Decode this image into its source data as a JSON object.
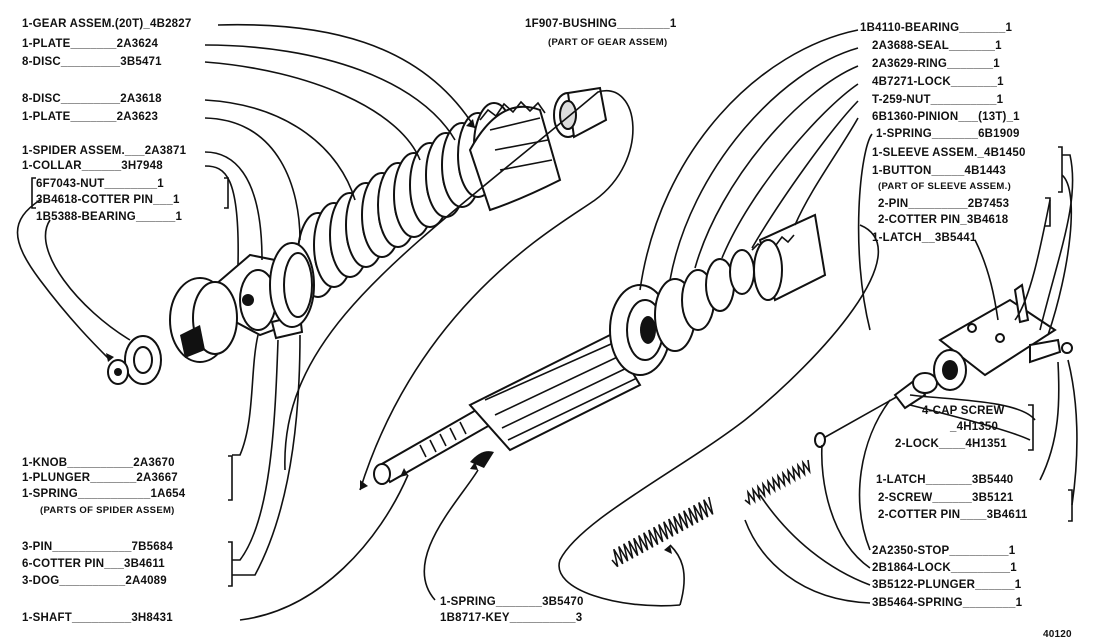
{
  "labels": {
    "gear_assem": "1-GEAR ASSEM.(20T)_4B2827",
    "plate_1": "1-PLATE_______2A3624",
    "disc_1": "8-DISC_________3B5471",
    "disc_2": "8-DISC_________2A3618",
    "plate_2": "1-PLATE_______2A3623",
    "spider_assem": "1-SPIDER ASSEM.___2A3871",
    "collar": "1-COLLAR______3H7948",
    "nut_6f": "6F7043-NUT________1",
    "cotter_3b4618": "3B4618-COTTER PIN___1",
    "bearing_1b5388": "1B5388-BEARING______1",
    "knob": "1-KNOB__________2A3670",
    "plunger": "1-PLUNGER_______2A3667",
    "spring_1a": "1-SPRING___________1A654",
    "parts_spider": "(PARTS OF SPIDER ASSEM)",
    "pin_7b": "3-PIN____________7B5684",
    "cotter_6": "6-COTTER PIN___3B4611",
    "dog": "3-DOG__________2A4089",
    "shaft": "1-SHAFT_________3H8431",
    "bushing": "1F907-BUSHING________1",
    "part_gear": "(PART OF GEAR ASSEM)",
    "spring_3b5470": "1-SPRING_______3B5470",
    "key": "1B8717-KEY__________3",
    "bearing_1b4110": "1B4110-BEARING_______1",
    "seal": "2A3688-SEAL_______1",
    "ring": "2A3629-RING_______1",
    "lock_4b": "4B7271-LOCK_______1",
    "nut_t259": "T-259-NUT__________1",
    "pinion": "6B1360-PINION___(13T)_1",
    "spring_6b": "1-SPRING_______6B1909",
    "sleeve": "1-SLEEVE ASSEM._4B1450",
    "button": "1-BUTTON_____4B1443",
    "part_sleeve": "(PART OF SLEEVE ASSEM.)",
    "pin_2b": "2-PIN_________2B7453",
    "cotter_2": "2-COTTER PIN_3B4618",
    "latch_1": "1-LATCH__3B5441",
    "cap_screw": "4-CAP SCREW",
    "cap_screw_no": "_4H1350",
    "lock_2": "2-LOCK____4H1351",
    "latch_2": "1-LATCH_______3B5440",
    "screw_2": "2-SCREW______3B5121",
    "cotter_2b": "2-COTTER PIN____3B4611",
    "stop": "2A2350-STOP_________1",
    "lock_2b": "2B1864-LOCK_________1",
    "plunger_3b": "3B5122-PLUNGER______1",
    "spring_3b5464": "3B5464-SPRING________1",
    "figure_no": "40120"
  }
}
